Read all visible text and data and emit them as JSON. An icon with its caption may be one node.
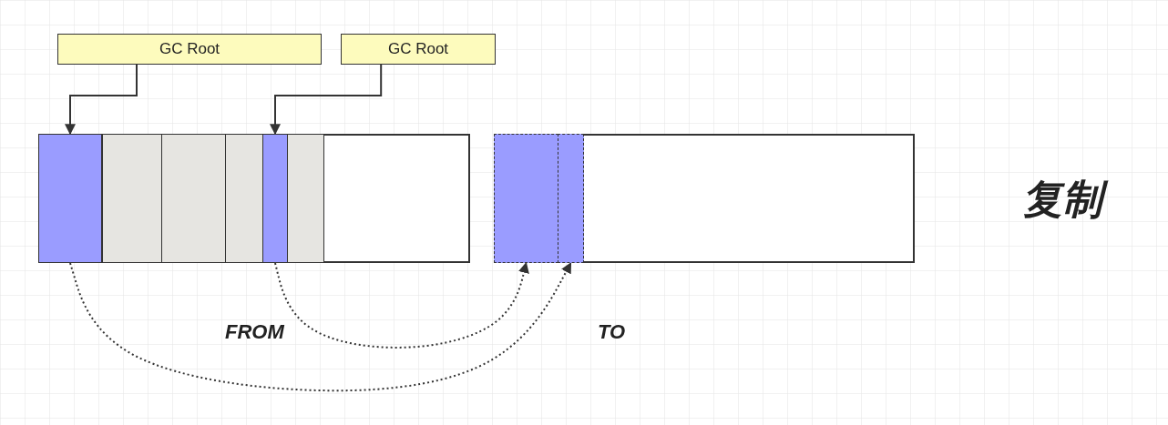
{
  "diagram": {
    "nodes": [
      {
        "text": [
          "GC Root"
        ]
      },
      {
        "text": [
          "GC Root"
        ]
      },
      {
        "text": [],
        "shape": "box"
      },
      {
        "text": [],
        "shape": "box",
        "in": 2
      },
      {
        "text": [],
        "shape": "box",
        "in": 2
      },
      {
        "text": [],
        "shape": "box",
        "in": 2
      },
      {
        "text": [],
        "shape": "box",
        "in": 2
      },
      {
        "text": [],
        "shape": "box",
        "in": 2
      },
      {
        "text": [],
        "shape": "box",
        "in": 2
      },
      {
        "text": [],
        "shape": "box"
      },
      {
        "text": [],
        "shape": "box",
        "in": 9
      },
      {
        "text": [],
        "shape": "box",
        "in": 9
      }
    ],
    "edges": [
      {
        "from": 0,
        "to": 3,
        "arrow": "to"
      },
      {
        "from": 1,
        "to": 7,
        "arrow": "to"
      },
      {
        "from": 3,
        "to": 11,
        "arrow": "to",
        "style": "dashed"
      },
      {
        "from": 7,
        "to": 10,
        "arrow": "to",
        "style": "dashed"
      }
    ],
    "labels": [
      "FROM",
      "TO",
      "复制"
    ]
  }
}
